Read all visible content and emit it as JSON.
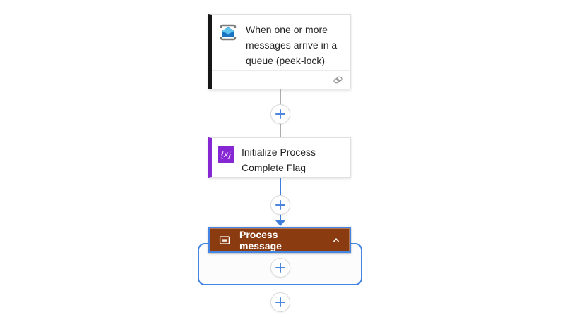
{
  "colors": {
    "trigger-accent": "#161616",
    "variable-accent": "#8528d4",
    "scope-header": "#8a3b10",
    "selection-blue": "#4484e3",
    "connector-gray": "#ababab",
    "connector-blue": "#3f7fdc",
    "plus-blue": "#4d87dd",
    "card-border": "#e0e0e0",
    "text": "#242424"
  },
  "trigger_card": {
    "title": "When one or more messages arrive in a queue (peek-lock)",
    "icon": "service-bus-icon",
    "footer_icon": "connection-link-icon"
  },
  "initialize_card": {
    "title": "Initialize Process Complete Flag",
    "icon": "variable-braces-icon",
    "icon_text": "{x}"
  },
  "scope": {
    "title": "Process message",
    "icon": "scope-frame-icon",
    "collapse_icon": "chevron-up-icon",
    "state": "collapsed-selected"
  },
  "insert_buttons": {
    "icon": "plus-icon",
    "count": 4
  }
}
